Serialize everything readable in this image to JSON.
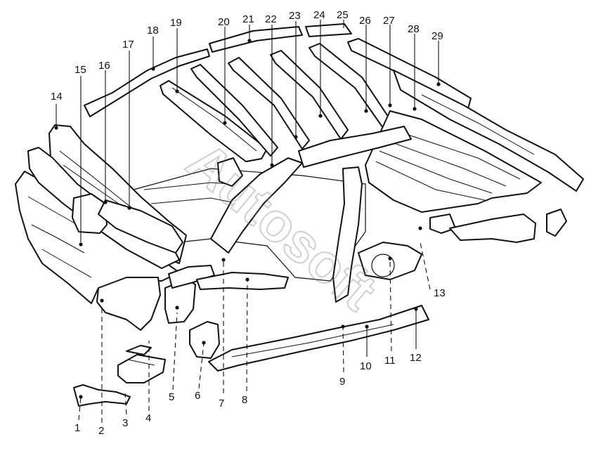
{
  "watermark": "Autosoft",
  "callouts": [
    {
      "id": "1",
      "label": "1"
    },
    {
      "id": "2",
      "label": "2"
    },
    {
      "id": "3",
      "label": "3"
    },
    {
      "id": "4",
      "label": "4"
    },
    {
      "id": "5",
      "label": "5"
    },
    {
      "id": "6",
      "label": "6"
    },
    {
      "id": "7",
      "label": "7"
    },
    {
      "id": "8",
      "label": "8"
    },
    {
      "id": "9",
      "label": "9"
    },
    {
      "id": "10",
      "label": "10"
    },
    {
      "id": "11",
      "label": "11"
    },
    {
      "id": "12",
      "label": "12"
    },
    {
      "id": "13",
      "label": "13"
    },
    {
      "id": "14",
      "label": "14"
    },
    {
      "id": "15",
      "label": "15"
    },
    {
      "id": "16",
      "label": "16"
    },
    {
      "id": "17",
      "label": "17"
    },
    {
      "id": "18",
      "label": "18"
    },
    {
      "id": "19",
      "label": "19"
    },
    {
      "id": "20",
      "label": "20"
    },
    {
      "id": "21",
      "label": "21"
    },
    {
      "id": "22",
      "label": "22"
    },
    {
      "id": "23",
      "label": "23"
    },
    {
      "id": "24",
      "label": "24"
    },
    {
      "id": "25",
      "label": "25"
    },
    {
      "id": "26",
      "label": "26"
    },
    {
      "id": "27",
      "label": "27"
    },
    {
      "id": "28",
      "label": "28"
    },
    {
      "id": "29",
      "label": "29"
    }
  ]
}
